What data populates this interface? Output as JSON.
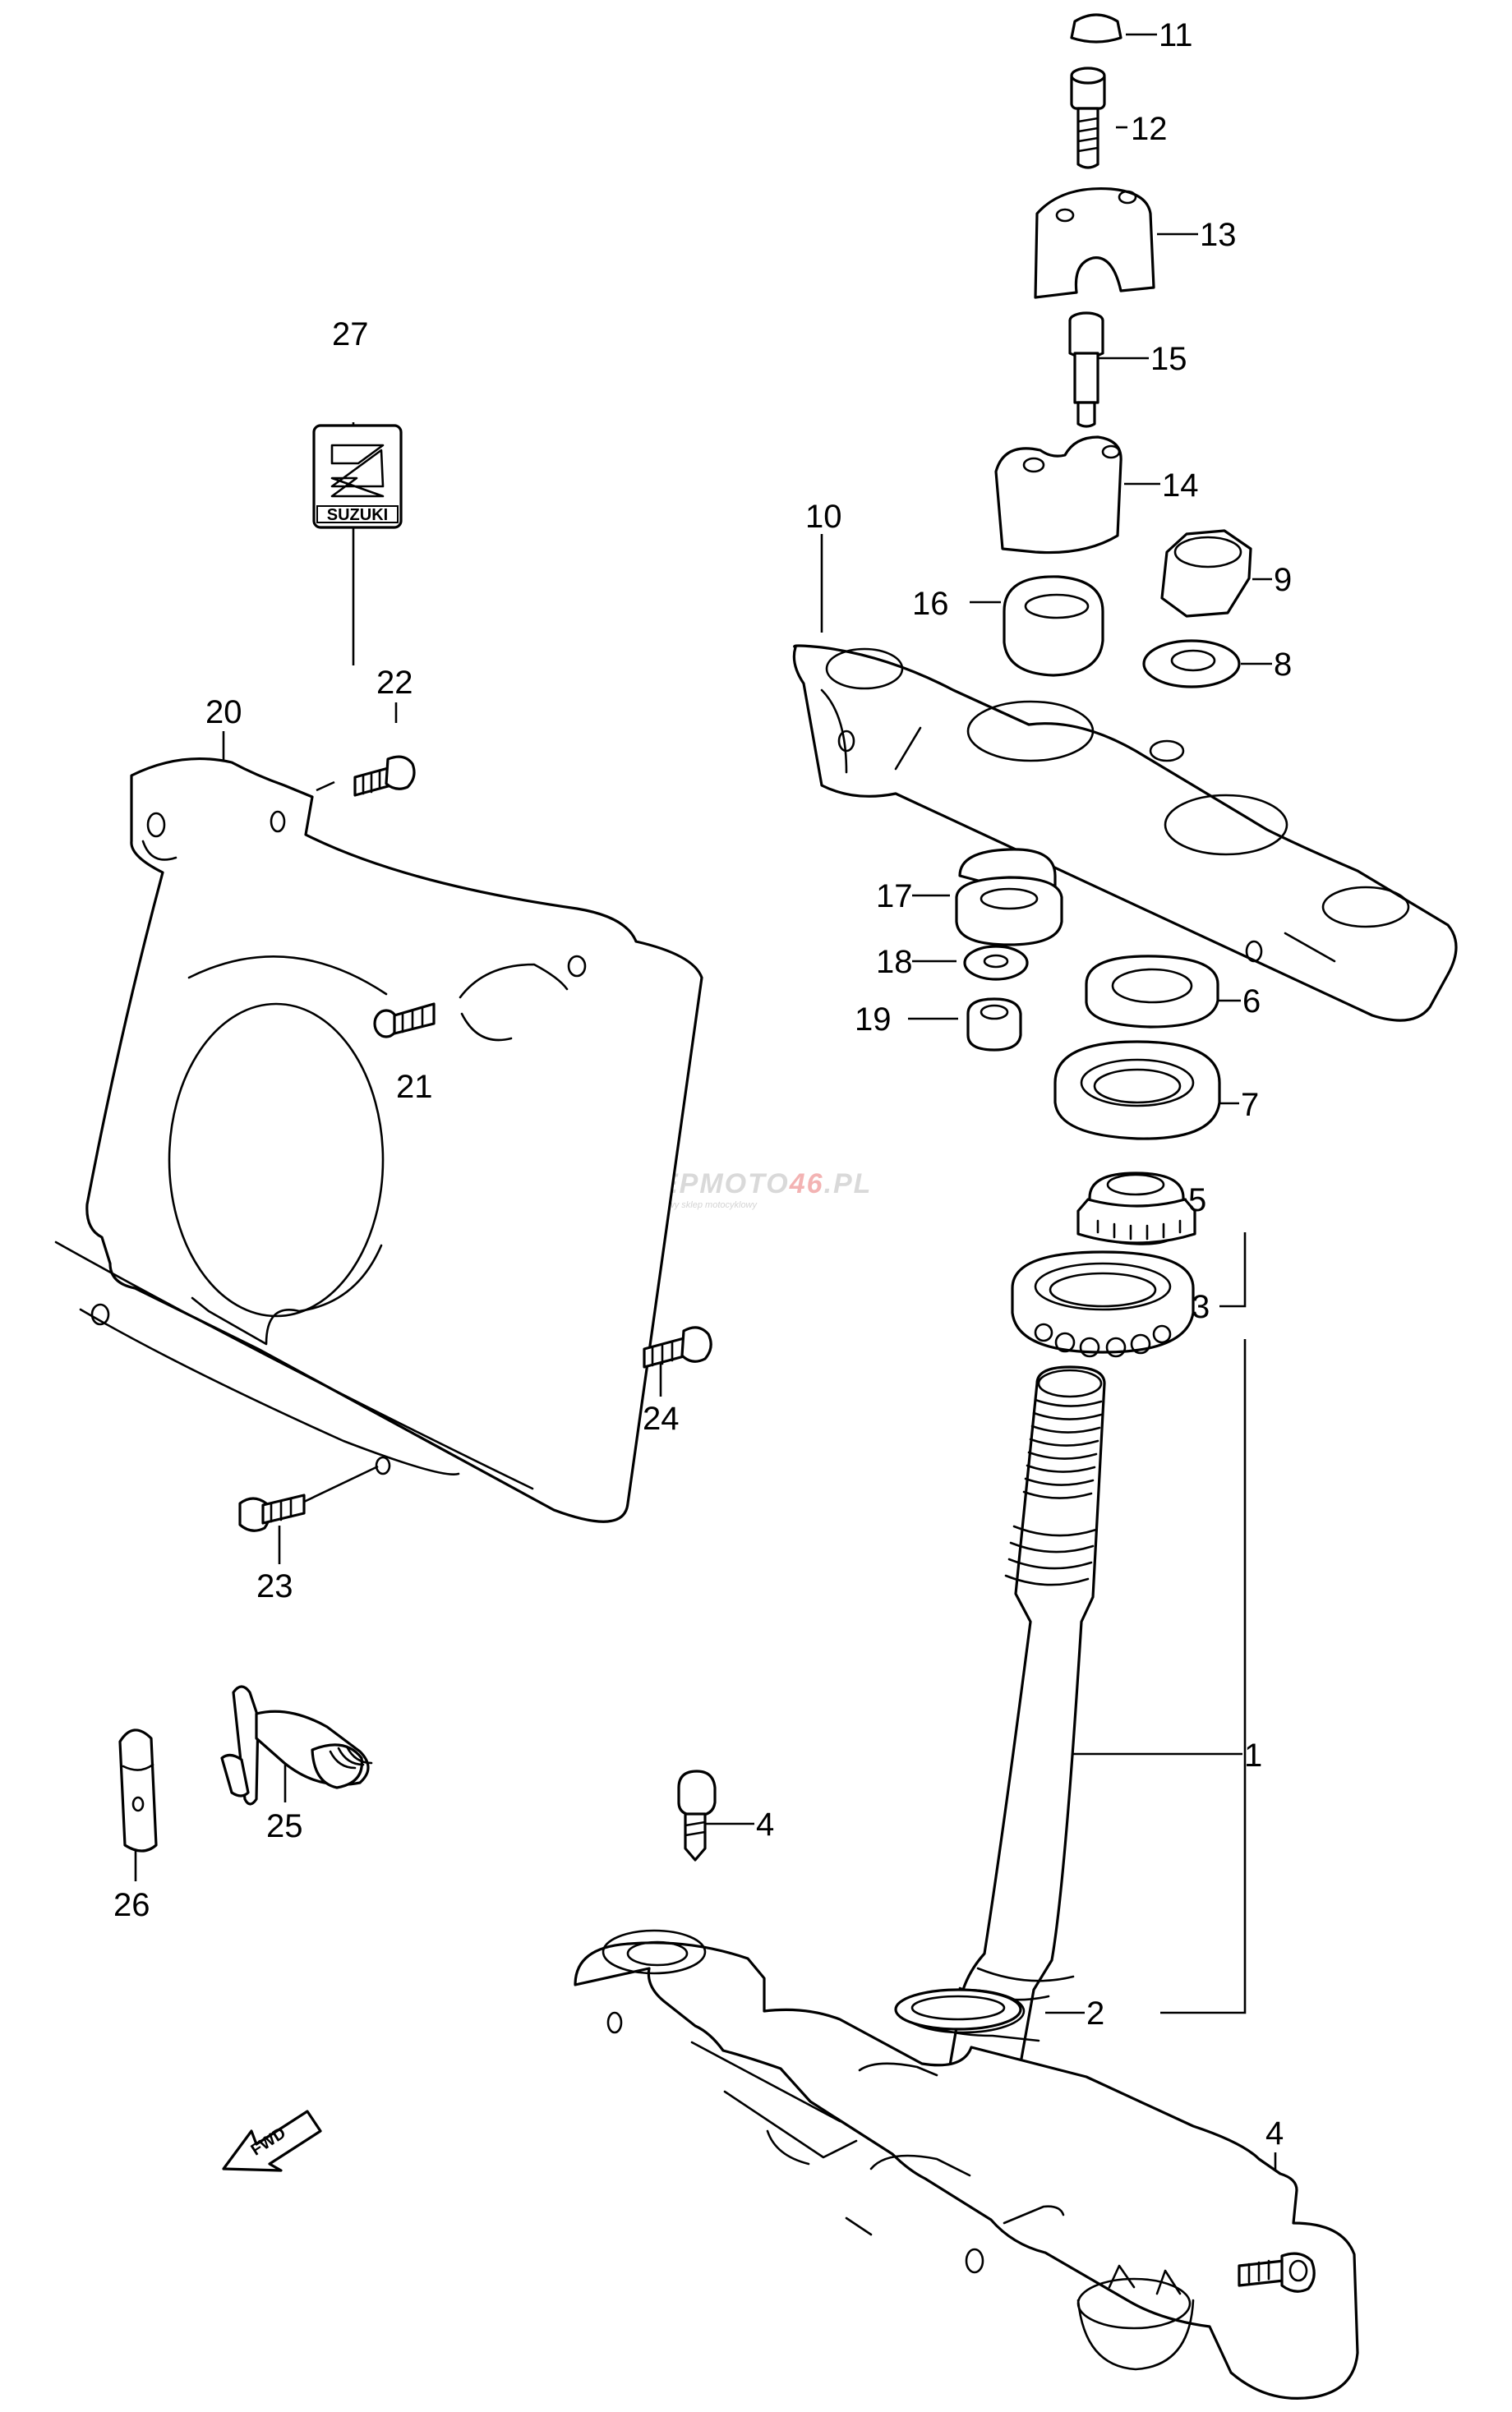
{
  "callouts": {
    "c1": "1",
    "c2": "2",
    "c3": "3",
    "c4a": "4",
    "c4b": "4",
    "c5": "5",
    "c6": "6",
    "c7": "7",
    "c8": "8",
    "c9": "9",
    "c10": "10",
    "c11": "11",
    "c12": "12",
    "c13": "13",
    "c14": "14",
    "c15": "15",
    "c16": "16",
    "c17": "17",
    "c18": "18",
    "c19": "19",
    "c20": "20",
    "c21": "21",
    "c22": "22",
    "c23": "23",
    "c24": "24",
    "c25": "25",
    "c26": "26",
    "c27": "27"
  },
  "watermark": {
    "brand_a": "SKLEPMOTO",
    "brand_b": "46",
    "brand_c": ".PL",
    "tagline": "internetowy sklep motocyklowy"
  },
  "direction_arrow": {
    "label": "FWD"
  },
  "emblem": {
    "text": "SUZUKI"
  }
}
